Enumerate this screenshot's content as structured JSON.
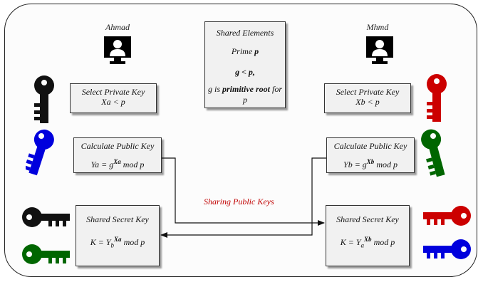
{
  "users": {
    "left": "Ahmad",
    "right": "Mhmd"
  },
  "shared_elements": {
    "title": "Shared Elements",
    "prime_prefix": "Prime",
    "prime_var": "p",
    "condition": "g < p,",
    "primitive_prefix": "g is",
    "primitive_bold": "primitive root",
    "primitive_suffix": "for p"
  },
  "left_boxes": {
    "private_title": "Select Private Key",
    "private_formula": "Xa < p",
    "public_title": "Calculate Public Key",
    "public_lhs": "Ya = g",
    "public_exp": "Xa",
    "public_rhs": "mod p",
    "secret_title": "Shared Secret Key",
    "secret_lhs": "K = Y",
    "secret_sub": "b",
    "secret_exp": "Xa",
    "secret_rhs": "mod p"
  },
  "right_boxes": {
    "private_title": "Select Private Key",
    "private_formula": "Xb < p",
    "public_title": "Calculate Public Key",
    "public_lhs": "Yb = g",
    "public_exp": "Xb",
    "public_rhs": "mod p",
    "secret_title": "Shared Secret Key",
    "secret_lhs": "K = Y",
    "secret_sub": "a",
    "secret_exp": "Xb",
    "secret_rhs": "mod p"
  },
  "arrow_label": "Sharing Public Keys",
  "colors": {
    "black_key": "#111111",
    "blue_key": "#0000dd",
    "red_key": "#cc0000",
    "green_key": "#006600",
    "share_label": "#c00000"
  }
}
